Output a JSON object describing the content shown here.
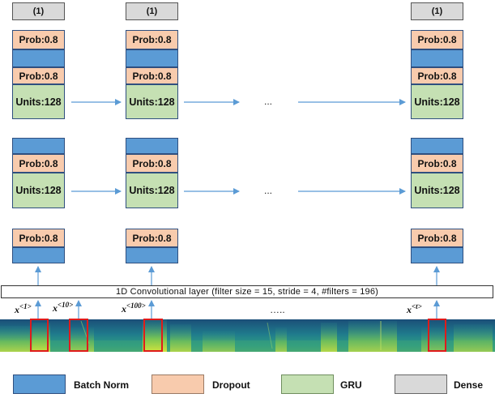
{
  "dense_label": "(1)",
  "dropout_label": "Prob:0.8",
  "gru_label": "Units:128",
  "ellipsis": "...",
  "conv_layer": "1D Convolutional  layer (filter size = 15, stride = 4, #filters = 196)",
  "spectrogram_ellipsis": "…..",
  "x_labels": {
    "x1": {
      "base": "x",
      "sup": "<1>"
    },
    "x10": {
      "base": "x",
      "sup": "<10>"
    },
    "x100": {
      "base": "x",
      "sup": "<100>"
    },
    "xt": {
      "base": "x",
      "sup": "<t>"
    }
  },
  "legend": {
    "batch_norm": "Batch  Norm",
    "dropout": "Dropout",
    "gru": "GRU",
    "dense": "Dense"
  },
  "colors": {
    "batch_norm": "#5b9bd5",
    "dropout": "#f8cbad",
    "gru": "#c5e0b3",
    "dense": "#d9d9d9",
    "arrow": "#5b9bd5",
    "window_box": "#e01b1b"
  }
}
